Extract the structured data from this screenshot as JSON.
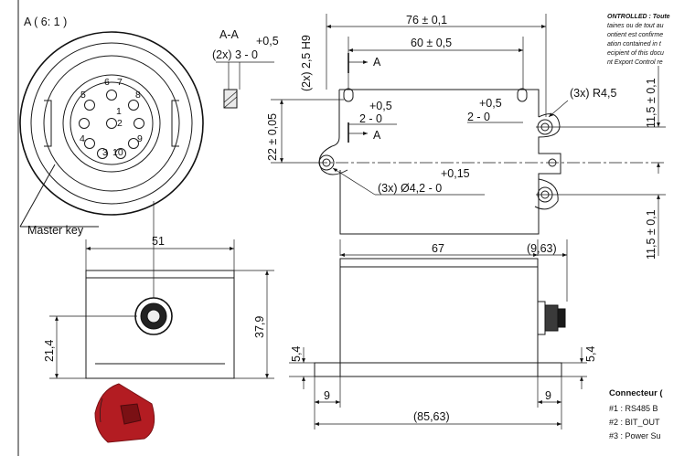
{
  "detail_view": {
    "label": "A ( 6: 1 )",
    "pins": [
      "1",
      "2",
      "3",
      "4",
      "5",
      "6",
      "7",
      "8",
      "9",
      "10"
    ],
    "master_key_label": "Master key"
  },
  "section": {
    "label": "A-A",
    "tol_top": "+0,5",
    "tol_line": "(2x) 3 - 0",
    "slot_dim": "(2x) 2,5 H9"
  },
  "top_view": {
    "dim_76": "76 ± 0,1",
    "dim_60": "60 ± 0,5",
    "section_mark": "A",
    "tol_left_top": "+0,5",
    "tol_left_bottom": "2 - 0",
    "tol_right_top": "+0,5",
    "tol_right_bottom": "2 - 0",
    "radius": "(3x) R4,5",
    "dim_22": "22 ± 0,05",
    "hole_tol": "+0,15",
    "hole_dia": "(3x) Ø4,2 - 0",
    "dim_115_top": "11,5 ± 0,1",
    "dim_115_bottom": "11,5 ± 0,1"
  },
  "front_view": {
    "dim_51": "51",
    "dim_379": "37,9",
    "dim_214": "21,4"
  },
  "side_view": {
    "dim_67": "67",
    "dim_963": "(9,63)",
    "dim_54_left": "5,4",
    "dim_54_right": "5,4",
    "dim_9_left": "9",
    "dim_9_right": "9",
    "dim_8563": "(85,63)"
  },
  "notice_lines": [
    "ONTROLLED : Toute",
    "taines ou de tout au",
    "ontient est confirme",
    "ation contained in t",
    "ecipient of this docu",
    "nt Export Control re"
  ],
  "connector": {
    "title": "Connecteur (",
    "pins": [
      "#1 : RS485 B",
      "#2 : BIT_OUT",
      "#3 : Power Su"
    ]
  },
  "colors": {
    "line": "#1a1a1a",
    "key_red": "#b31c22",
    "key_dark": "#7a1014"
  }
}
